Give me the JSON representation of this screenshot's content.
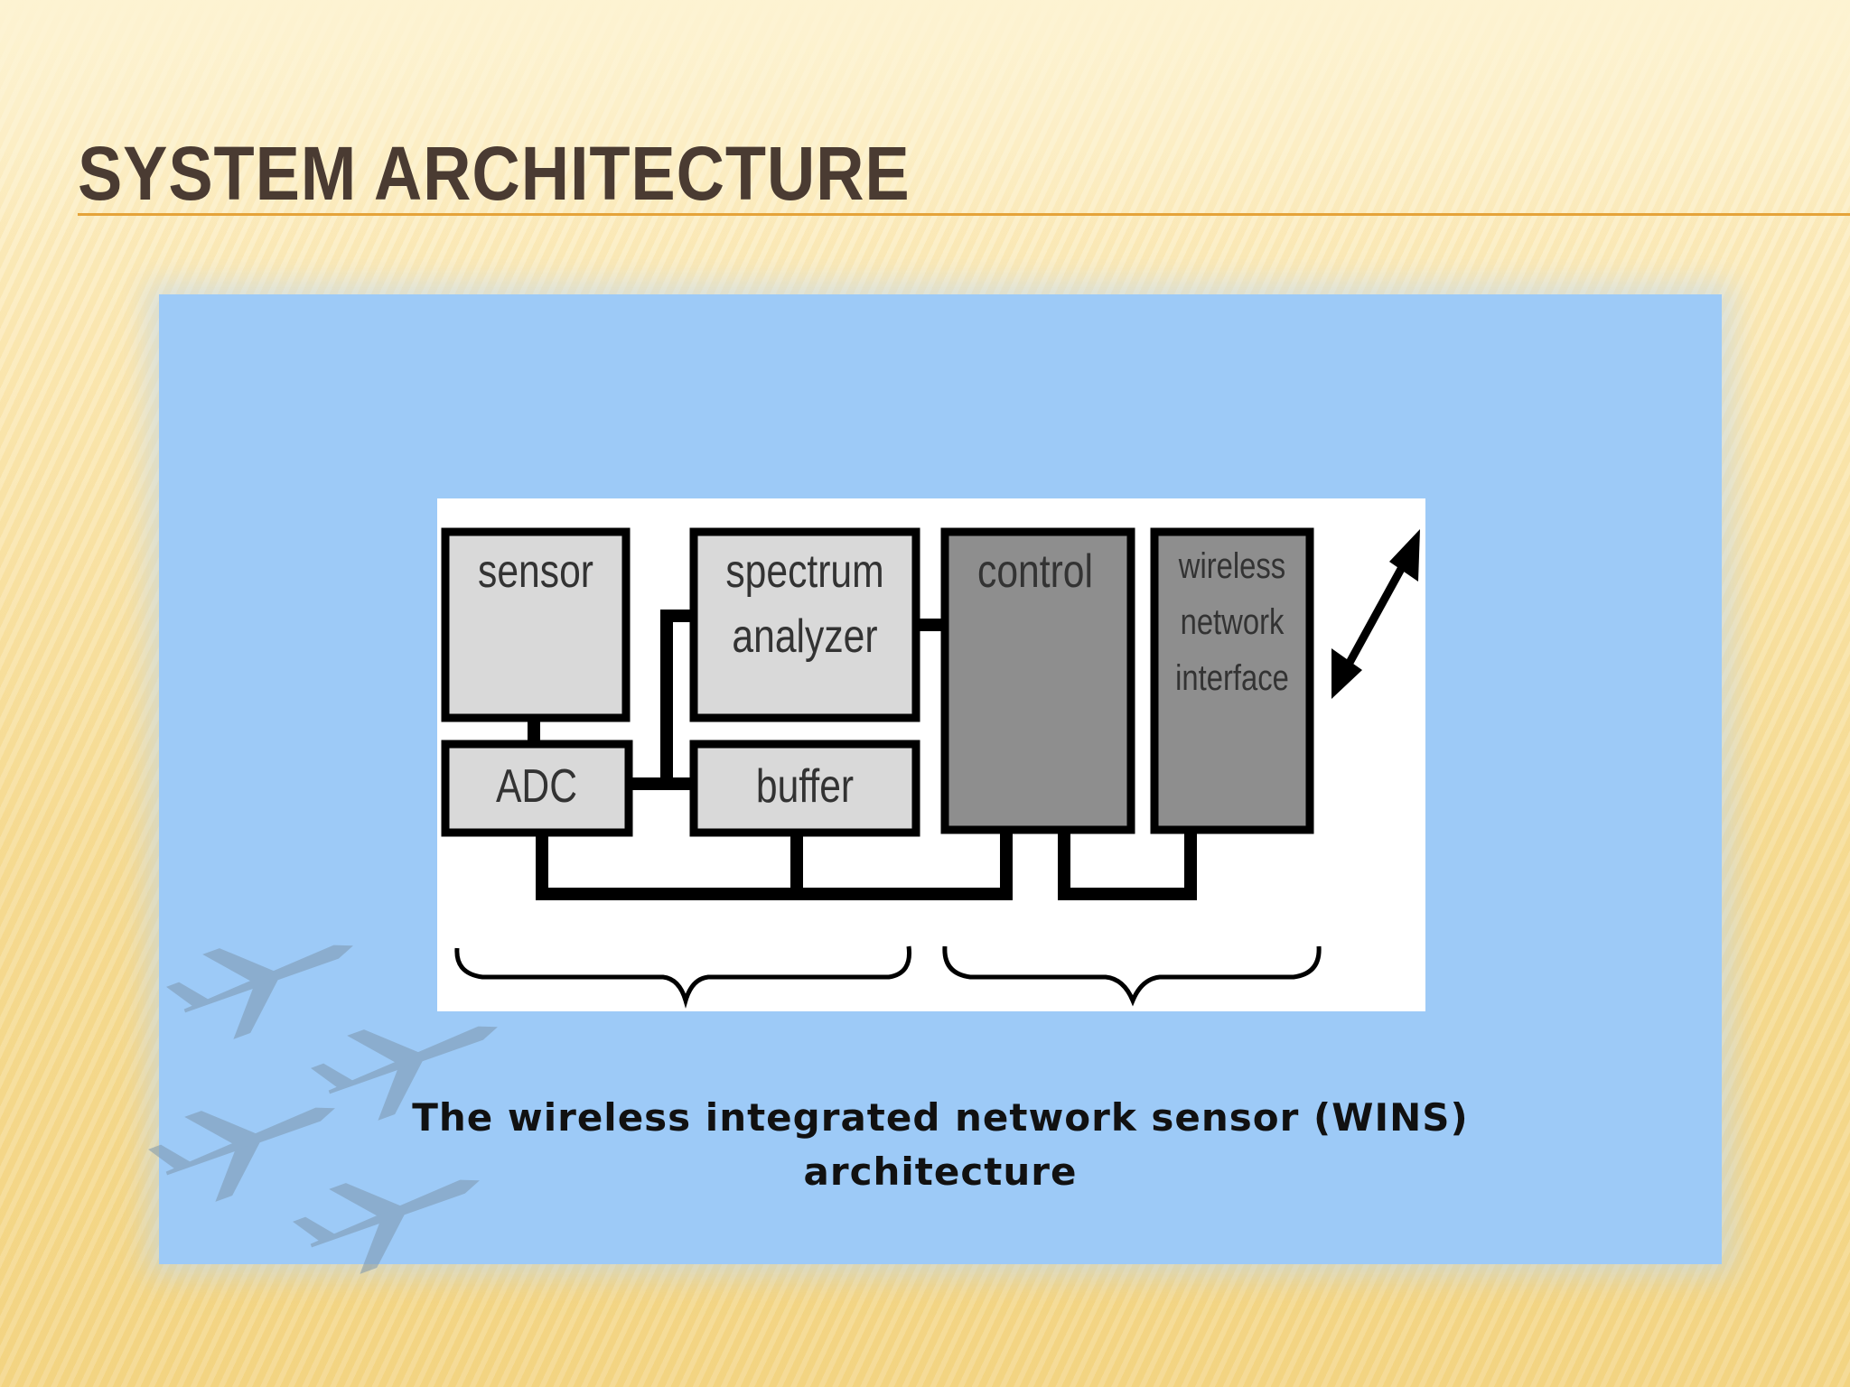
{
  "slide": {
    "title": "SYSTEM ARCHITECTURE"
  },
  "diagram": {
    "blocks": {
      "sensor": "sensor",
      "spectrum_line1": "spectrum",
      "spectrum_line2": "analyzer",
      "control": "control",
      "wireless_line1": "wireless",
      "wireless_line2": "network",
      "wireless_line3": "interface",
      "adc": "ADC",
      "buffer": "buffer"
    },
    "caption_line1": "The wireless integrated network sensor (WINS)",
    "caption_line2": "architecture"
  },
  "colors": {
    "title": "#4a3b32",
    "accent_line": "#e5a33a",
    "panel": "#9dcaf7",
    "light_block": "#d9d9d9",
    "dark_block": "#8e8e8e"
  }
}
